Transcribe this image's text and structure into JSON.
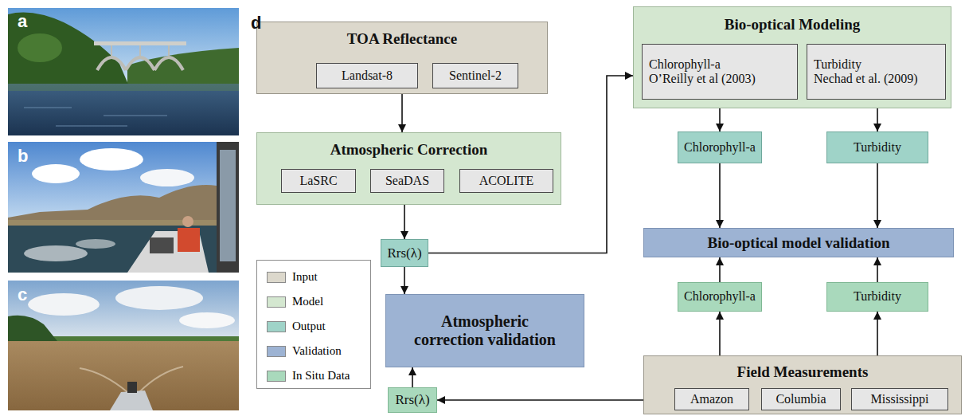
{
  "diagram": {
    "nodes": [
      {
        "text": [
          "TOA Reflectance"
        ]
      },
      {
        "text": [
          "Landsat-8"
        ],
        "in": 0
      },
      {
        "text": [
          "Sentinel-2"
        ],
        "in": 0
      },
      {
        "text": [
          "Atmospheric Correction"
        ]
      },
      {
        "text": [
          "LaSRC"
        ],
        "in": 3
      },
      {
        "text": [
          "SeaDAS"
        ],
        "in": 3
      },
      {
        "text": [
          "ACOLITE"
        ],
        "in": 3
      },
      {
        "text": [
          "Rrs(λ)"
        ]
      },
      {
        "text": [
          "Atmospheric correction validation"
        ]
      },
      {
        "text": [
          "Rrs(λ)"
        ]
      },
      {
        "text": [
          "Bio-optical Modeling"
        ]
      },
      {
        "text": [
          "Chlorophyll-a",
          "O’Reilly et al (2003)"
        ],
        "in": 10
      },
      {
        "text": [
          "Turbidity",
          "Nechad et al. (2009)"
        ],
        "in": 10
      },
      {
        "text": [
          "Chlorophyll-a"
        ]
      },
      {
        "text": [
          "Turbidity"
        ]
      },
      {
        "text": [
          "Bio-optical model validation"
        ]
      },
      {
        "text": [
          "Chlorophyll-a"
        ]
      },
      {
        "text": [
          "Turbidity"
        ]
      },
      {
        "text": [
          "Field Measurements"
        ]
      },
      {
        "text": [
          "Amazon"
        ],
        "in": 18
      },
      {
        "text": [
          "Columbia"
        ],
        "in": 18
      },
      {
        "text": [
          "Mississippi"
        ],
        "in": 18
      }
    ],
    "edges": [
      {
        "from": 0,
        "to": 3,
        "arrow": "to"
      },
      {
        "from": 3,
        "to": 7,
        "arrow": "to"
      },
      {
        "from": 7,
        "to": 8,
        "arrow": "to"
      },
      {
        "from": 7,
        "to": 10,
        "arrow": "to"
      },
      {
        "from": 9,
        "to": 8,
        "arrow": "to"
      },
      {
        "from": 18,
        "to": 9,
        "arrow": "to"
      },
      {
        "from": 10,
        "to": 13,
        "arrow": "to"
      },
      {
        "from": 10,
        "to": 14,
        "arrow": "to"
      },
      {
        "from": 13,
        "to": 15,
        "arrow": "to"
      },
      {
        "from": 14,
        "to": 15,
        "arrow": "to"
      },
      {
        "from": 16,
        "to": 15,
        "arrow": "to"
      },
      {
        "from": 17,
        "to": 15,
        "arrow": "to"
      },
      {
        "from": 18,
        "to": 16,
        "arrow": "to"
      },
      {
        "from": 18,
        "to": 17,
        "arrow": "to"
      }
    ],
    "labels": [
      "a",
      "b",
      "c",
      "d"
    ],
    "legend": [
      {
        "text": "Input",
        "color": "#dcd8cc"
      },
      {
        "text": "Model",
        "color": "#d4e7d0"
      },
      {
        "text": "Output",
        "color": "#9fd3c8"
      },
      {
        "text": "Validation",
        "color": "#9db3d3"
      },
      {
        "text": "In Situ Data",
        "color": "#a9d9bc"
      }
    ]
  }
}
